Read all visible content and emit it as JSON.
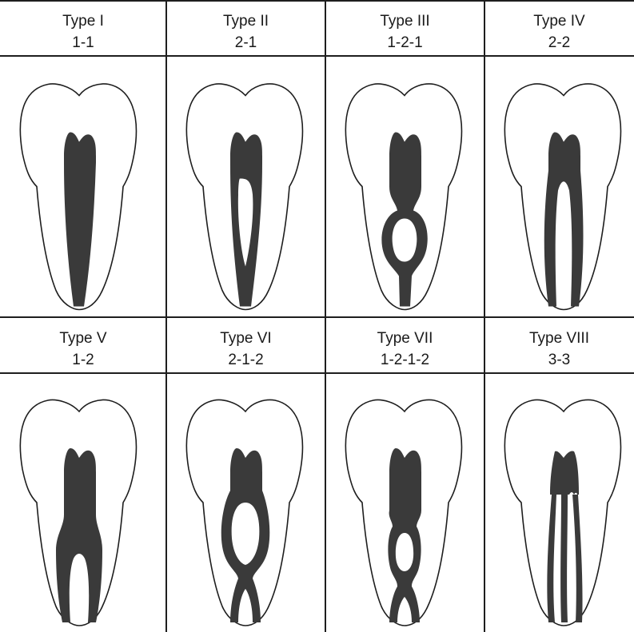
{
  "types": [
    {
      "title": "Type I",
      "config": "1-1",
      "pattern": "1-1"
    },
    {
      "title": "Type II",
      "config": "2-1",
      "pattern": "2-1"
    },
    {
      "title": "Type III",
      "config": "1-2-1",
      "pattern": "1-2-1"
    },
    {
      "title": "Type IV",
      "config": "2-2",
      "pattern": "2-2"
    },
    {
      "title": "Type V",
      "config": "1-2",
      "pattern": "1-2"
    },
    {
      "title": "Type VI",
      "config": "2-1-2",
      "pattern": "2-1-2"
    },
    {
      "title": "Type VII",
      "config": "1-2-1-2",
      "pattern": "1-2-1-2"
    },
    {
      "title": "Type VIII",
      "config": "3-3",
      "pattern": "3-3"
    }
  ],
  "colors": {
    "line": "#1e1e1e",
    "canal": "#3a3a3a",
    "tooth": "#ffffff"
  }
}
